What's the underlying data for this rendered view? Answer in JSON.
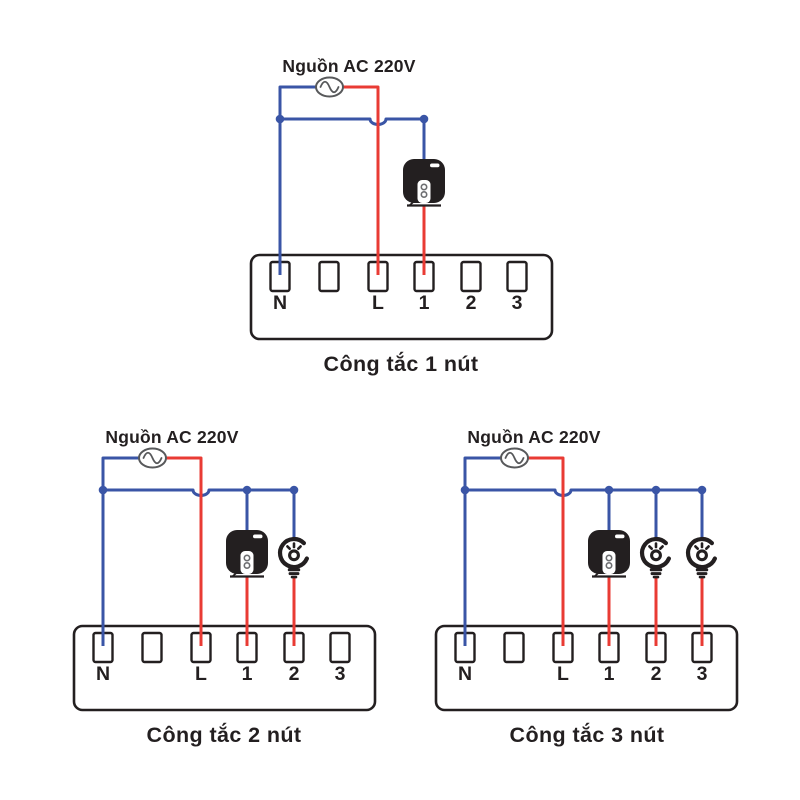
{
  "colors": {
    "wire_neutral_blue": "#3A55A6",
    "wire_live_red": "#E93B34",
    "outline_ink": "#231F20",
    "source_symbol_gray": "#58595B"
  },
  "icons": {
    "ac_source": "sine-wave-in-ellipse",
    "smart_lamp_holder": "black-rounded-square-lamp-holder",
    "light_bulb": "bulb-outline-with-rays-and-screw-base"
  },
  "diagrams": [
    {
      "source_label": "Nguồn AC 220V",
      "caption": "Công tắc 1 nút",
      "terminals": [
        "N",
        "",
        "L",
        "1",
        "2",
        "3"
      ],
      "devices": [
        {
          "type": "smart-lamp-holder",
          "terminal": "1"
        }
      ]
    },
    {
      "source_label": "Nguồn AC 220V",
      "caption": "Công tắc 2 nút",
      "terminals": [
        "N",
        "",
        "L",
        "1",
        "2",
        "3"
      ],
      "devices": [
        {
          "type": "smart-lamp-holder",
          "terminal": "1"
        },
        {
          "type": "light-bulb",
          "terminal": "2"
        }
      ]
    },
    {
      "source_label": "Nguồn AC 220V",
      "caption": "Công tắc 3 nút",
      "terminals": [
        "N",
        "",
        "L",
        "1",
        "2",
        "3"
      ],
      "devices": [
        {
          "type": "smart-lamp-holder",
          "terminal": "1"
        },
        {
          "type": "light-bulb",
          "terminal": "2"
        },
        {
          "type": "light-bulb",
          "terminal": "3"
        }
      ]
    }
  ]
}
